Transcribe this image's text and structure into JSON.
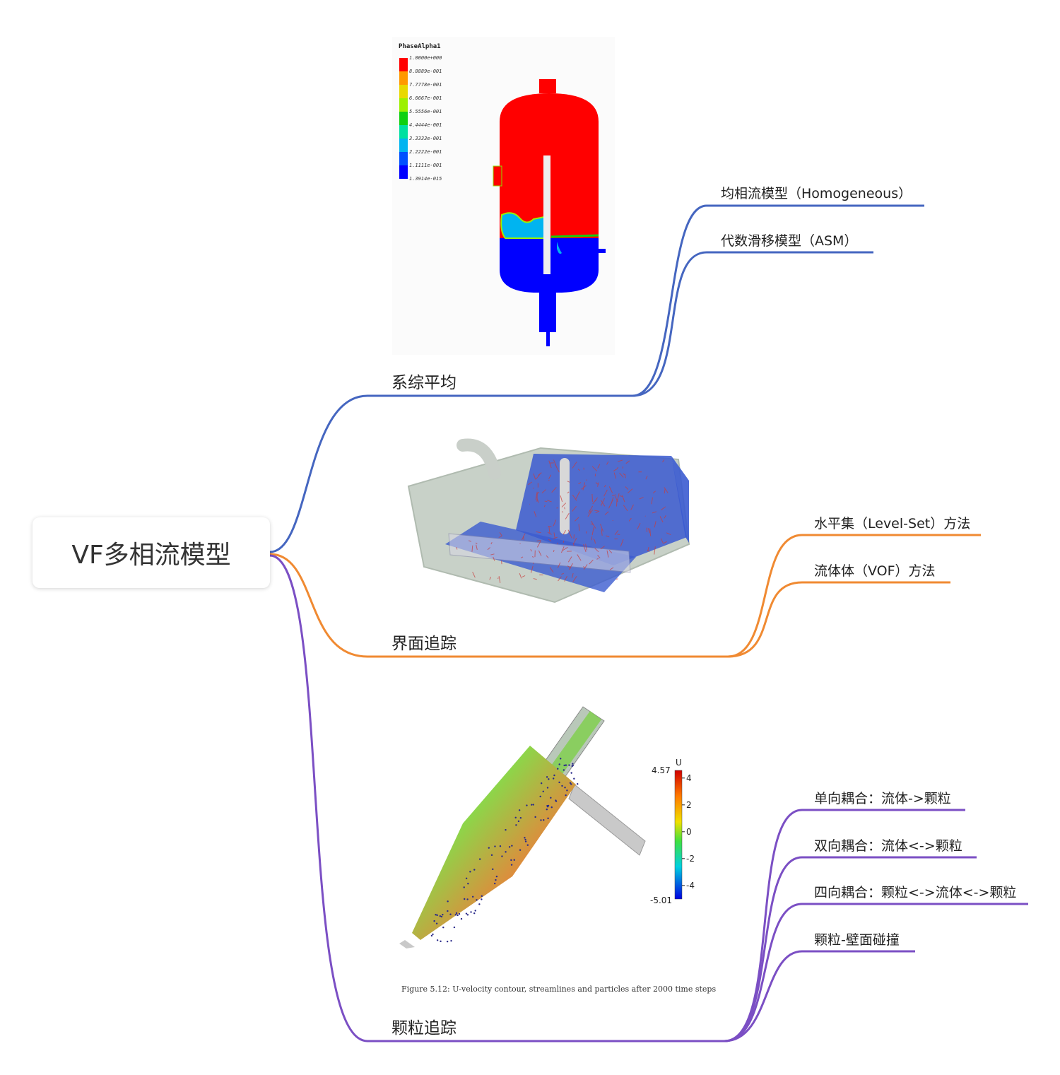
{
  "root": {
    "label": "VF多相流模型"
  },
  "colors": {
    "blue": "#4566c0",
    "orange": "#f08a32",
    "purple": "#7b4fc4"
  },
  "branches": [
    {
      "label": "系综平均",
      "color": "#4566c0",
      "leaves": [
        "均相流模型（Homogeneous）",
        "代数滑移模型（ASM）"
      ]
    },
    {
      "label": "界面追踪",
      "color": "#f08a32",
      "leaves": [
        "水平集（Level-Set）方法",
        "流体体（VOF）方法"
      ]
    },
    {
      "label": "颗粒追踪",
      "color": "#7b4fc4",
      "leaves": [
        "单向耦合：流体->颗粒",
        "双向耦合：流体<->颗粒",
        "四向耦合：颗粒<->流体<->颗粒",
        "颗粒-壁面碰撞"
      ]
    }
  ],
  "figure1": {
    "legend_title": "PhaseAlpha1",
    "legend_values": [
      "1.0000e+000",
      "8.8889e-001",
      "7.7778e-001",
      "6.6667e-001",
      "5.5556e-001",
      "4.4444e-001",
      "3.3333e-001",
      "2.2222e-001",
      "1.1111e-001",
      "1.3914e-015"
    ],
    "legend_colors": [
      "#ff0000",
      "#ff9900",
      "#e8d800",
      "#9cf000",
      "#10d010",
      "#00e0a0",
      "#00b4f0",
      "#0050ff",
      "#0000ff"
    ]
  },
  "figure3": {
    "colorbar_title": "U",
    "colorbar_max": "4.57",
    "colorbar_min": "-5.01",
    "colorbar_ticks": [
      "4",
      "2",
      "0",
      "-2",
      "-4"
    ],
    "caption": "Figure 5.12: U-velocity contour, streamlines and particles after 2000 time steps"
  }
}
